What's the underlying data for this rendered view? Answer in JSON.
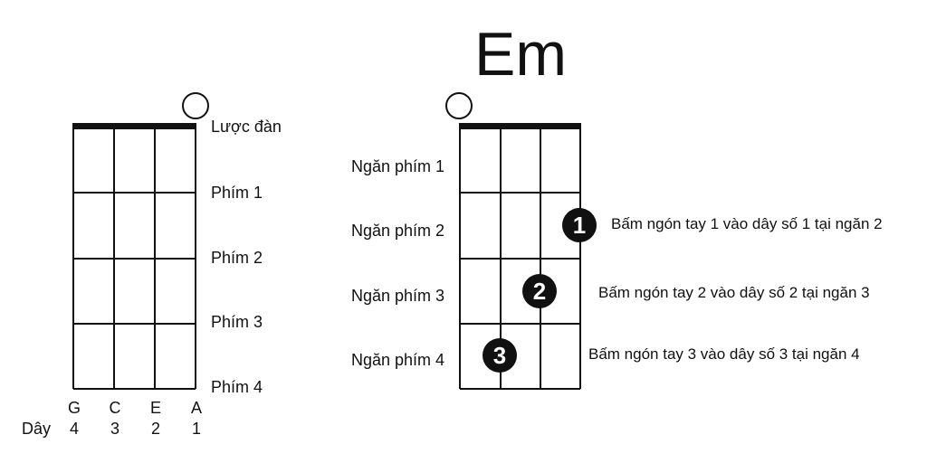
{
  "chord": {
    "name": "Em"
  },
  "reference_diagram": {
    "nut_label": "Lược đàn",
    "fret_labels": [
      "Phím 1",
      "Phím 2",
      "Phím 3",
      "Phím 4"
    ],
    "string_notes": [
      "G",
      "C",
      "E",
      "A"
    ],
    "string_row_label": "Dây",
    "string_numbers": [
      "4",
      "3",
      "2",
      "1"
    ]
  },
  "chord_diagram": {
    "open_marker": "open-string-circle",
    "fret_space_labels": [
      "Ngăn phím 1",
      "Ngăn phím 2",
      "Ngăn phím 3",
      "Ngăn phím 4"
    ],
    "fingers": [
      {
        "finger": "1",
        "string": 1,
        "fret": 2,
        "instruction": "Bấm ngón tay 1 vào dây số 1 tại ngăn 2"
      },
      {
        "finger": "2",
        "string": 2,
        "fret": 3,
        "instruction": "Bấm ngón tay 2 vào dây số 2 tại ngăn 3"
      },
      {
        "finger": "3",
        "string": 3,
        "fret": 4,
        "instruction": "Bấm ngón tay 3 vào dây số 3 tại ngăn 4"
      }
    ]
  },
  "colors": {
    "lines": "#111111",
    "dots": "#111111",
    "dot_text": "#ffffff",
    "background": "#ffffff"
  }
}
